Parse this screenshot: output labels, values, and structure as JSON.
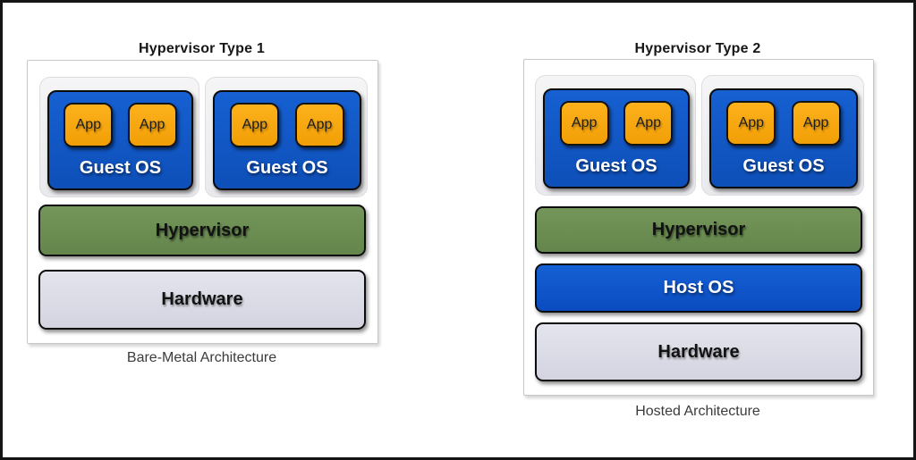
{
  "palette": {
    "app_orange": "#F5A50E",
    "guest_os_blue": "#1157C6",
    "host_os_blue": "#0E53CA",
    "hypervisor_green": "#6D8E54",
    "hardware_gray": "#DBDCE6",
    "page_border": "#141414"
  },
  "diagrams": [
    {
      "title": "Hypervisor Type 1",
      "caption": "Bare-Metal Architecture",
      "vm_groups": [
        {
          "os_label": "Guest OS",
          "apps": [
            "App",
            "App"
          ]
        },
        {
          "os_label": "Guest OS",
          "apps": [
            "App",
            "App"
          ]
        }
      ],
      "layers": [
        {
          "label": "Hypervisor",
          "kind": "hypervisor"
        },
        {
          "label": "Hardware",
          "kind": "hardware"
        }
      ]
    },
    {
      "title": "Hypervisor Type 2",
      "caption": "Hosted Architecture",
      "vm_groups": [
        {
          "os_label": "Guest OS",
          "apps": [
            "App",
            "App"
          ]
        },
        {
          "os_label": "Guest OS",
          "apps": [
            "App",
            "App"
          ]
        }
      ],
      "layers": [
        {
          "label": "Hypervisor",
          "kind": "hypervisor"
        },
        {
          "label": "Host OS",
          "kind": "host-os"
        },
        {
          "label": "Hardware",
          "kind": "hardware"
        }
      ]
    }
  ]
}
